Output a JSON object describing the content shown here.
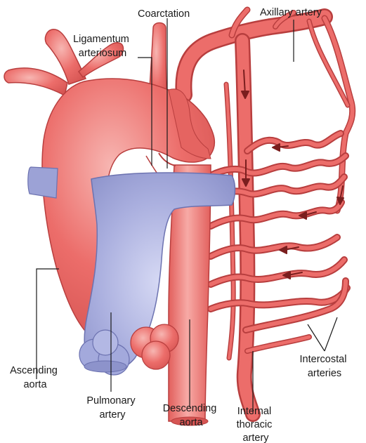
{
  "labels": {
    "coarctation": "Coarctation",
    "axillary_artery": "Axillary artery",
    "ligamentum_arteriosum": [
      "Ligamentum",
      "arteriosum"
    ],
    "ascending_aorta": [
      "Ascending",
      "aorta"
    ],
    "pulmonary_artery": [
      "Pulmonary",
      "artery"
    ],
    "descending_aorta": [
      "Descending",
      "aorta"
    ],
    "internal_thoracic_artery": [
      "Internal",
      "thoracic",
      "artery"
    ],
    "intercostal_arteries": [
      "Intercostal",
      "arteries"
    ]
  },
  "colors": {
    "artery_fill": "#ec6d6a",
    "artery_edge": "#b83e3e",
    "pulmonary_fill": "#a9aede",
    "pulmonary_edge": "#6c72b0",
    "leader_line": "#1a1a1a"
  }
}
